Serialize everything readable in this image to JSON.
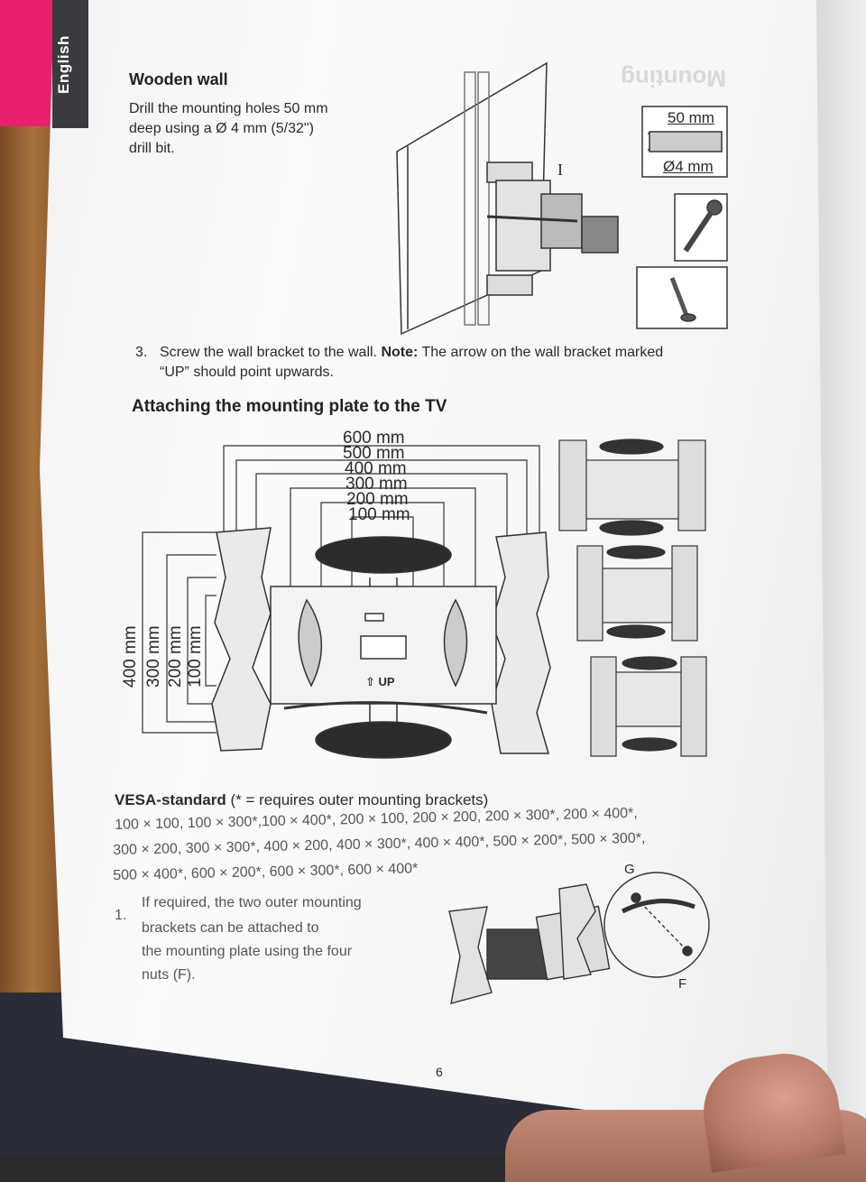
{
  "tab": {
    "label": "English"
  },
  "mirror_heading": "Mounting",
  "wooden_wall": {
    "title": "Wooden wall",
    "lines": [
      "Drill the mounting holes 50 mm",
      "deep using a Ø 4 mm (5/32\")",
      "drill bit."
    ]
  },
  "drill_box": {
    "depth": "50 mm",
    "diameter": "Ø4 mm"
  },
  "bracket_label": "I",
  "step3": {
    "number": "3.",
    "line1_a": "Screw the wall bracket to the wall. ",
    "line1_note": "Note:",
    "line1_b": " The arrow on the wall bracket marked",
    "line2": "“UP” should point upwards."
  },
  "section_title": "Attaching the mounting plate to the TV",
  "horizontal_dims": [
    "600 mm",
    "500 mm",
    "400 mm",
    "300 mm",
    "200 mm",
    "100 mm"
  ],
  "vertical_dims": [
    "400 mm",
    "300 mm",
    "200 mm",
    "100 mm"
  ],
  "plate_up_label": "⇧ UP",
  "vesa": {
    "title": "VESA-standard",
    "note": " (* = requires outer mounting brackets)",
    "lines": [
      "100 × 100, 100 × 300*,100 × 400*, 200 × 100, 200 × 200, 200 × 300*, 200 × 400*,",
      "300 × 200, 300 × 300*, 400 × 200, 400 × 300*, 400 × 400*, 500 × 200*, 500 × 300*,",
      "500 × 400*, 600 × 200*, 600 × 300*, 600 × 400*"
    ]
  },
  "step1": {
    "number": "1.",
    "lines": [
      "If required, the two outer mounting",
      "brackets can be attached to",
      "the mounting plate using the four",
      "nuts (F)."
    ]
  },
  "detail_labels": {
    "g": "G",
    "f": "F"
  },
  "page_number": "6"
}
